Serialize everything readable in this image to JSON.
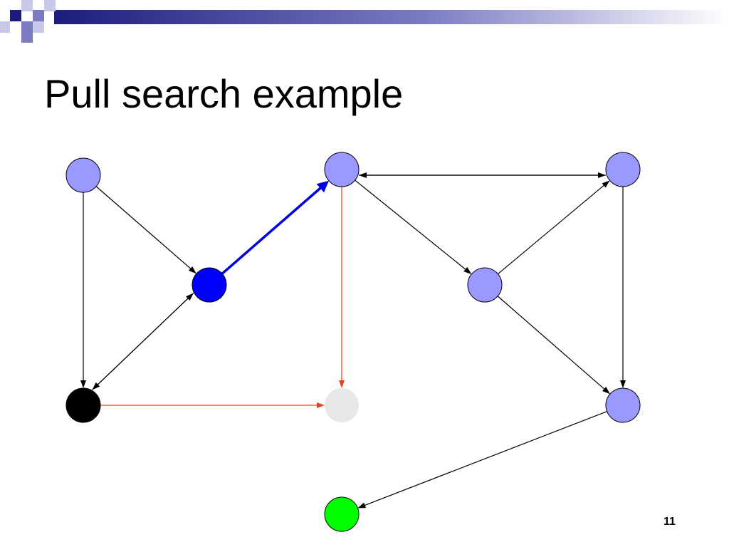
{
  "slide": {
    "title": "Pull search example",
    "slide_number": "11"
  },
  "colors": {
    "header_dark": "#1c1c7c",
    "header_mid": "#7b7bc4",
    "header_light": "#c8c8e8",
    "node_default": "#9999ff",
    "node_active": "#0000ff",
    "node_source": "#000000",
    "node_target": "#00ff00",
    "node_inactive": "#e8e8e8",
    "edge_default": "#000000",
    "edge_active": "#0000e0",
    "edge_search": "#e8401a"
  },
  "diagram": {
    "nodes": [
      {
        "id": "n1",
        "state": "default"
      },
      {
        "id": "n2",
        "state": "active"
      },
      {
        "id": "n3",
        "state": "source"
      },
      {
        "id": "n4",
        "state": "inactive"
      },
      {
        "id": "n5",
        "state": "default"
      },
      {
        "id": "n6",
        "state": "default"
      },
      {
        "id": "n7",
        "state": "default"
      },
      {
        "id": "n8",
        "state": "default"
      },
      {
        "id": "n9",
        "state": "target"
      }
    ],
    "edges": [
      {
        "from": "n1",
        "to": "n3",
        "style": "default"
      },
      {
        "from": "n1",
        "to": "n2",
        "style": "default"
      },
      {
        "from": "n2",
        "to": "n3",
        "style": "default"
      },
      {
        "from": "n3",
        "to": "n2",
        "style": "default"
      },
      {
        "from": "n2",
        "to": "n5",
        "style": "active"
      },
      {
        "from": "n3",
        "to": "n4",
        "style": "search"
      },
      {
        "from": "n5",
        "to": "n4",
        "style": "search"
      },
      {
        "from": "n5",
        "to": "n6",
        "style": "default"
      },
      {
        "from": "n6",
        "to": "n5",
        "style": "default"
      },
      {
        "from": "n5",
        "to": "n7",
        "style": "default"
      },
      {
        "from": "n7",
        "to": "n6",
        "style": "default"
      },
      {
        "from": "n7",
        "to": "n8",
        "style": "default"
      },
      {
        "from": "n6",
        "to": "n8",
        "style": "default"
      },
      {
        "from": "n8",
        "to": "n9",
        "style": "default"
      }
    ]
  }
}
